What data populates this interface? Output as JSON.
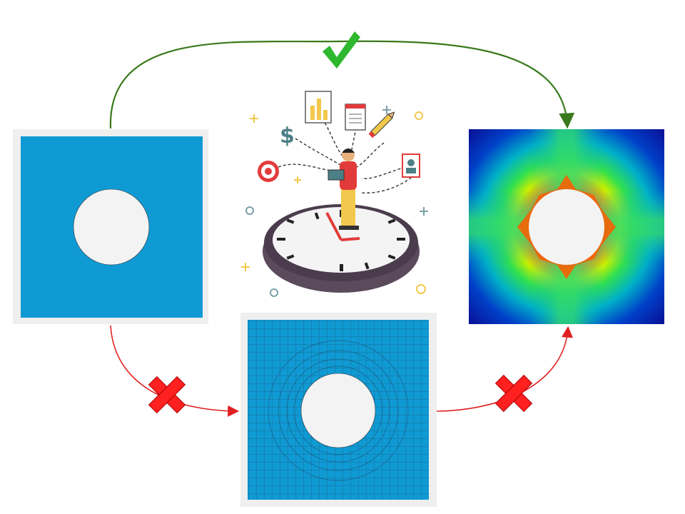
{
  "diagram": {
    "stages": [
      {
        "id": "geometry",
        "icon": "plate-with-hole-geometry"
      },
      {
        "id": "mesh",
        "icon": "plate-with-hole-mesh"
      },
      {
        "id": "result",
        "icon": "stress-contour-result"
      }
    ],
    "center_illustration": {
      "icon": "person-on-clock-time-management-icon"
    },
    "arrows": [
      {
        "from": "geometry",
        "to": "result",
        "status": "allowed",
        "marker": "check-icon",
        "color": "#3a7a1c"
      },
      {
        "from": "geometry",
        "to": "mesh",
        "status": "blocked",
        "marker": "cross-icon",
        "color": "#e02020"
      },
      {
        "from": "mesh",
        "to": "result",
        "status": "blocked",
        "marker": "cross-icon",
        "color": "#e02020"
      }
    ],
    "colors": {
      "plate_blue": "#0f9ad4",
      "hole": "#f3f3f3",
      "check_green": "#2db82d",
      "cross_red": "#ff2020"
    }
  }
}
